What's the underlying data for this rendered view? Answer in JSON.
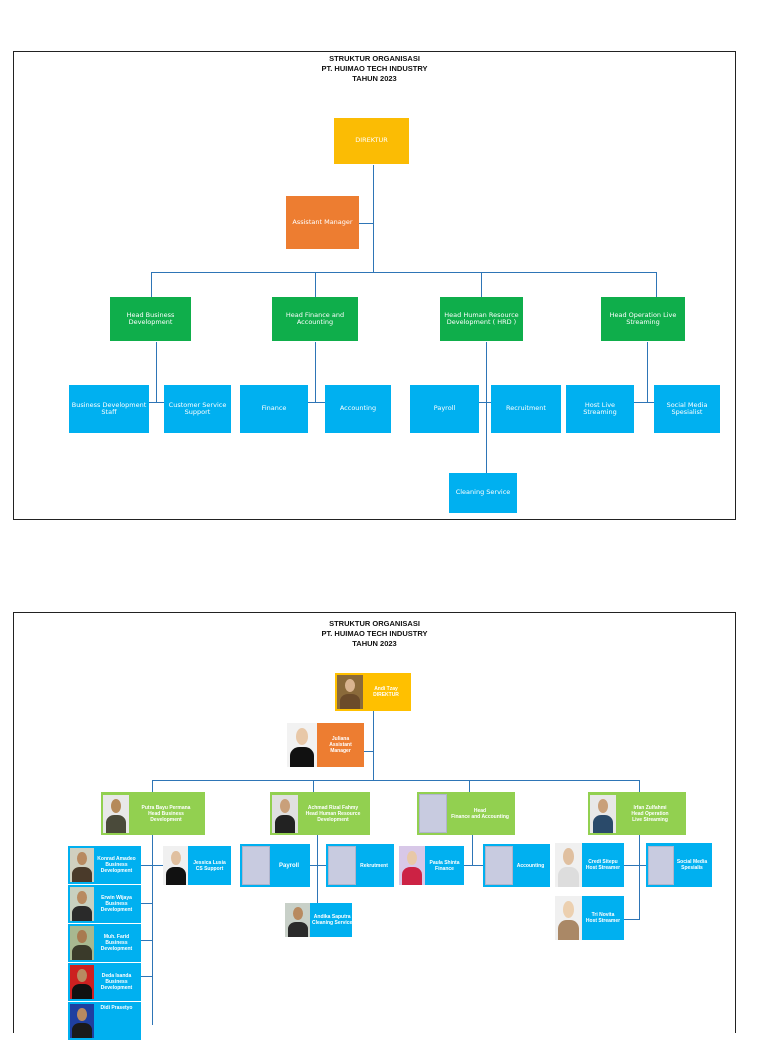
{
  "chart1": {
    "title": [
      "STRUKTUR ORGANISASI",
      "PT. HUIMAO TECH INDUSTRY",
      "TAHUN 2023"
    ],
    "director": "DIREKTUR",
    "assistant": "Assistant Manager",
    "heads": [
      "Head Business Development",
      "Head Finance and Accounting",
      "Head Human Resource Development ( HRD )",
      "Head Operation Live Streaming"
    ],
    "staff": {
      "bd_staff": "Business Development Staff",
      "cs_support": "Customer Service Support",
      "finance": "Finance",
      "accounting": "Accounting",
      "payroll": "Payroll",
      "recruitment": "Recruitment",
      "host": "Host Live Streaming",
      "social": "Social Media Spesialist",
      "cleaning": "Cleaning Service"
    }
  },
  "chart2": {
    "title": [
      "STRUKTUR ORGANISASI",
      "PT. HUIMAO TECH INDUSTRY",
      "TAHUN 2023"
    ],
    "director": [
      "Andi Tzay",
      "DIREKTUR"
    ],
    "assistant": [
      "Juliana",
      "Assistant",
      "Manager"
    ],
    "head_bd": [
      "Putra Bayu Permana",
      "Head Business",
      "Development"
    ],
    "head_hrd": [
      "Achmad Rizal Fahmy",
      "Head Human Resource",
      "Development"
    ],
    "head_fin": [
      "Head",
      "Finance and Accounting"
    ],
    "head_ops": [
      "Irfan Zulfahmi",
      "Head Operation",
      "Live Streaming"
    ],
    "cs": [
      "Jessica Lusia",
      "CS Support"
    ],
    "payroll": "Payroll",
    "rekrutmen": "Rekrutment",
    "finance": [
      "Paula Shinta",
      "Finance"
    ],
    "accounting": "Accounting",
    "host1": [
      "Credi Sitepu",
      "Host Streamer"
    ],
    "host2": [
      "Tri Novita",
      "Host Streamer"
    ],
    "social": [
      "Social Media",
      "Spesialis"
    ],
    "cleaning": [
      "Andika Saputra",
      "Cleaning Service"
    ],
    "bd_staff": [
      [
        "Konrad Amadeo",
        "Business",
        "Development"
      ],
      [
        "Erwin Wijaya",
        "Business",
        "Development"
      ],
      [
        "Muh. Farid",
        "Business",
        "Development"
      ],
      [
        "Deda Isanda",
        "Business",
        "Development"
      ],
      [
        "Didi Prasetyo"
      ]
    ]
  }
}
